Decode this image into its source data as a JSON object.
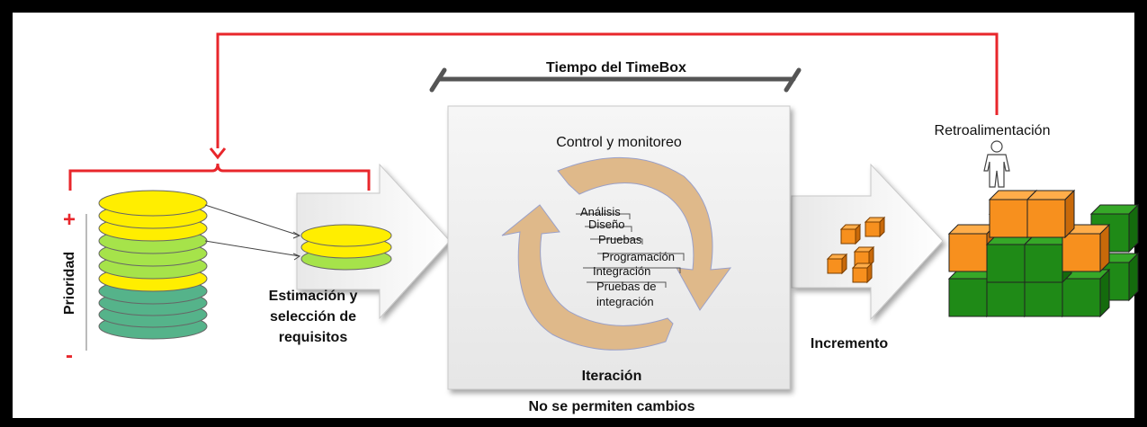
{
  "timebox_label": "Tiempo del TimeBox",
  "feedback_label": "Retroalimentación",
  "priority": {
    "label": "Prioridad",
    "plus": "+",
    "minus": "-"
  },
  "estimation_lines": [
    "Estimación y",
    "selección de",
    "requisitos"
  ],
  "iteration_box": {
    "title": "Control y monitoreo",
    "footer": "Iteración",
    "phases": [
      "Análisis",
      "Diseño",
      "Pruebas",
      "Programación",
      "Integración"
    ],
    "last_phase_lines": [
      "Pruebas de",
      "integración"
    ]
  },
  "increment_label": "Incremento",
  "no_changes_label": "No se permiten cambios",
  "colors": {
    "feedback_line": "#e8262b",
    "yellow_disc": "#ffee00",
    "light_green_disc": "#a6e34a",
    "dark_green_disc": "#55b38a",
    "cycle_arrow": "#dfb98a",
    "orange_cube": "#f7901e",
    "green_cube": "#1f8a17"
  }
}
